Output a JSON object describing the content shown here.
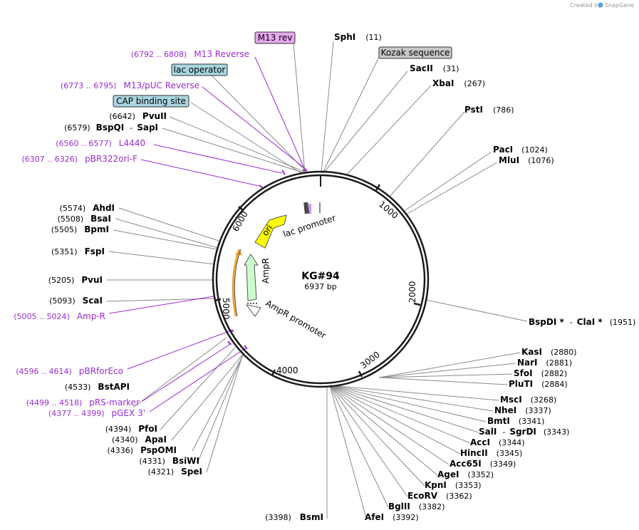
{
  "credit": {
    "prefix": "Created by",
    "brand": "SnapGene"
  },
  "map": {
    "name": "KG#94",
    "length_label": "6937 bp",
    "length_bp": 6937,
    "ticks": [
      "1000",
      "2000",
      "3000",
      "4000",
      "5000",
      "6000"
    ]
  },
  "features": {
    "ori": "ori",
    "ampr": "AmpR",
    "ampr_promoter": "AmpR promoter",
    "lac_promoter": "lac promoter"
  },
  "boxed_features": {
    "m13rev": "M13 rev",
    "kozak": "Kozak sequence",
    "lac_operator": "lac operator",
    "cap_site": "CAP binding site"
  },
  "sites": {
    "sphi": {
      "name": "SphI",
      "pos": "(11)"
    },
    "sacii": {
      "name": "SacII",
      "pos": "(31)"
    },
    "xbai": {
      "name": "XbaI",
      "pos": "(267)"
    },
    "psti": {
      "name": "PstI",
      "pos": "(786)"
    },
    "paci": {
      "name": "PacI",
      "pos": "(1024)"
    },
    "mlui": {
      "name": "MluI",
      "pos": "(1076)"
    },
    "bspdi": {
      "name": "BspDI *",
      "sep": "-",
      "name2": "ClaI *",
      "pos": "(1951)"
    },
    "kasi": {
      "name": "KasI",
      "pos": "(2880)"
    },
    "nari": {
      "name": "NarI",
      "pos": "(2881)"
    },
    "sfoi": {
      "name": "SfoI",
      "pos": "(2882)"
    },
    "pluti": {
      "name": "PluTI",
      "pos": "(2884)"
    },
    "msci": {
      "name": "MscI",
      "pos": "(3268)"
    },
    "nhei": {
      "name": "NheI",
      "pos": "(3337)"
    },
    "bmti": {
      "name": "BmtI",
      "pos": "(3341)"
    },
    "sali": {
      "name": "SalI",
      "sep": "-",
      "name2": "SgrDI",
      "pos": "(3343)"
    },
    "acci": {
      "name": "AccI",
      "pos": "(3344)"
    },
    "hincii": {
      "name": "HincII",
      "pos": "(3345)"
    },
    "acc65i": {
      "name": "Acc65I",
      "pos": "(3349)"
    },
    "agei": {
      "name": "AgeI",
      "pos": "(3352)"
    },
    "kpni": {
      "name": "KpnI",
      "pos": "(3353)"
    },
    "ecorv": {
      "name": "EcoRV",
      "pos": "(3362)"
    },
    "bglii": {
      "name": "BglII",
      "pos": "(3382)"
    },
    "afei": {
      "name": "AfeI",
      "pos": "(3392)"
    },
    "bsmi": {
      "name": "BsmI",
      "pos": "(3398)"
    },
    "spei": {
      "name": "SpeI",
      "pos": "(4321)"
    },
    "bsiwi": {
      "name": "BsiWI",
      "pos": "(4331)"
    },
    "pspomi": {
      "name": "PspOMI",
      "pos": "(4336)"
    },
    "apai": {
      "name": "ApaI",
      "pos": "(4340)"
    },
    "pfoi": {
      "name": "PfoI",
      "pos": "(4394)"
    },
    "bstapi": {
      "name": "BstAPI",
      "pos": "(4533)"
    },
    "scai": {
      "name": "ScaI",
      "pos": "(5093)"
    },
    "pvui": {
      "name": "PvuI",
      "pos": "(5205)"
    },
    "fspi": {
      "name": "FspI",
      "pos": "(5351)"
    },
    "bpmi": {
      "name": "BpmI",
      "pos": "(5505)"
    },
    "bsai": {
      "name": "BsaI",
      "pos": "(5508)"
    },
    "ahdi": {
      "name": "AhdI",
      "pos": "(5574)"
    },
    "bspqi": {
      "name": "BspQI",
      "sep": "-",
      "name2": "SapI",
      "pos": "(6579)"
    },
    "pvuii": {
      "name": "PvuII",
      "pos": "(6642)"
    }
  },
  "primers": {
    "m13reverse": {
      "range": "(6792 .. 6808)",
      "name": "M13 Reverse"
    },
    "m13puc": {
      "range": "(6773 .. 6795)",
      "name": "M13/pUC Reverse"
    },
    "l4440": {
      "range": "(6560 .. 6577)",
      "name": "L4440"
    },
    "pbr322": {
      "range": "(6307 .. 6326)",
      "name": "pBR322ori-F"
    },
    "ampr_primer": {
      "range": "(5005 .. 5024)",
      "name": "Amp-R"
    },
    "pbrforeco": {
      "range": "(4596 .. 4614)",
      "name": "pBRforEco"
    },
    "prs": {
      "range": "(4499 .. 4518)",
      "name": "pRS-marker"
    },
    "pgex": {
      "range": "(4377 .. 4399)",
      "name": "pGEX 3'"
    }
  },
  "colors": {
    "primer": "#9b2bd6",
    "ori": "#ffff00",
    "ampr_fill": "#ccffcc",
    "promoter_orange": "#f0a030",
    "m13_box": "#e6a8f2",
    "kozak_box": "#c8c8c8",
    "lac_box": "#a9d6e0",
    "backbone": "#1a1a1a"
  }
}
